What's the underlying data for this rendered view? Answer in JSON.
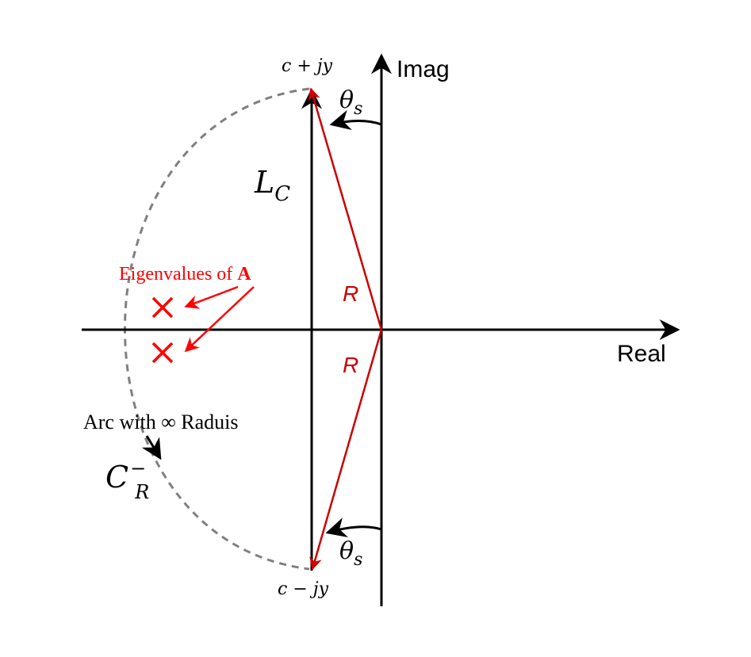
{
  "axes": {
    "real_label": "Real",
    "imag_label": "Imag"
  },
  "points": {
    "top_label": "c + jy",
    "bottom_label": "c − jy"
  },
  "labels": {
    "theta_top": "θ",
    "theta_top_sub": "s",
    "theta_bottom": "θ",
    "theta_bottom_sub": "s",
    "line_contour": "L",
    "line_contour_sub": "C",
    "radius_upper": "R",
    "radius_lower": "R",
    "eigen_prefix": "Eigenvalues of ",
    "eigen_matrix": "A",
    "arc_note": "Arc with ∞ Raduis",
    "arc_name": "C",
    "arc_name_sub": "R",
    "arc_name_sup": "−"
  },
  "colors": {
    "axis": "#000000",
    "radius": "#cc0000",
    "eigen": "#ff0000",
    "arc": "#808080"
  }
}
